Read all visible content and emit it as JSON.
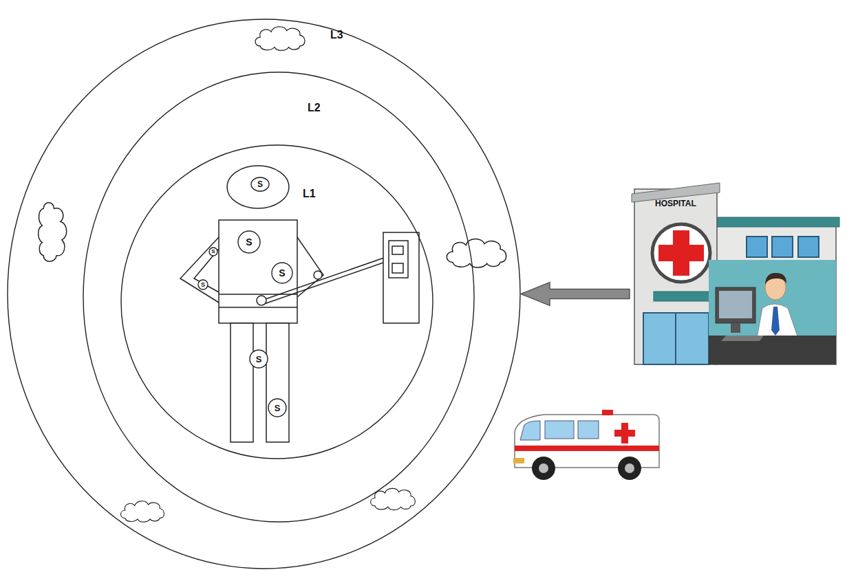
{
  "diagram": {
    "nodes": [
      {
        "text": [
          "L3"
        ]
      },
      {
        "text": [
          "L2"
        ],
        "in": 0
      },
      {
        "text": [
          "L1"
        ],
        "in": 1
      },
      {
        "text": [
          "S"
        ],
        "in": 2
      },
      {
        "text": [
          "S"
        ],
        "in": 2
      },
      {
        "text": [
          "S"
        ],
        "in": 2
      },
      {
        "text": [
          "S"
        ],
        "in": 2
      },
      {
        "text": [
          "S"
        ],
        "in": 2
      },
      {
        "text": [
          "S"
        ],
        "in": 2
      },
      {
        "text": [
          "S"
        ],
        "in": 2
      },
      {
        "text": [
          "HOSPITAL"
        ]
      }
    ],
    "edges": [
      {
        "from": 10,
        "to": 0,
        "arrow": "to"
      }
    ]
  }
}
